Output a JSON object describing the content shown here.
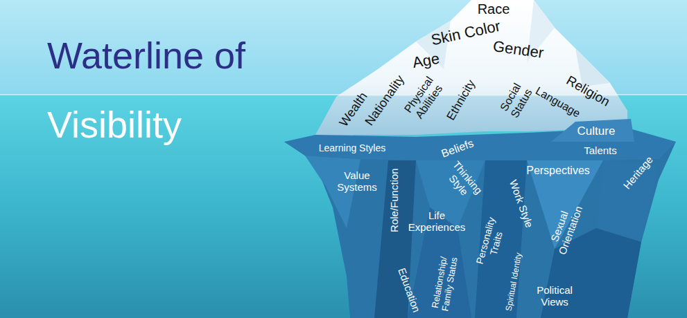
{
  "diagram": {
    "title": "Waterline of Visibility",
    "labels": [
      "Race",
      "Skin Color",
      "Age",
      "Gender",
      "Wealth",
      "Nationality",
      "Physical Abilities",
      "Ethnicity",
      "Social Status",
      "Language",
      "Religion",
      "Culture",
      "Learning Styles",
      "Beliefs",
      "Talents",
      "Value Systems",
      "Role/Function",
      "Thinking Style",
      "Perspectives",
      "Heritage",
      "Work Style",
      "Sexual Orientation",
      "Life Experiences",
      "Personality Traits",
      "Education",
      "Relationship/ Family Status",
      "Spiritual Identity",
      "Political Views"
    ]
  }
}
